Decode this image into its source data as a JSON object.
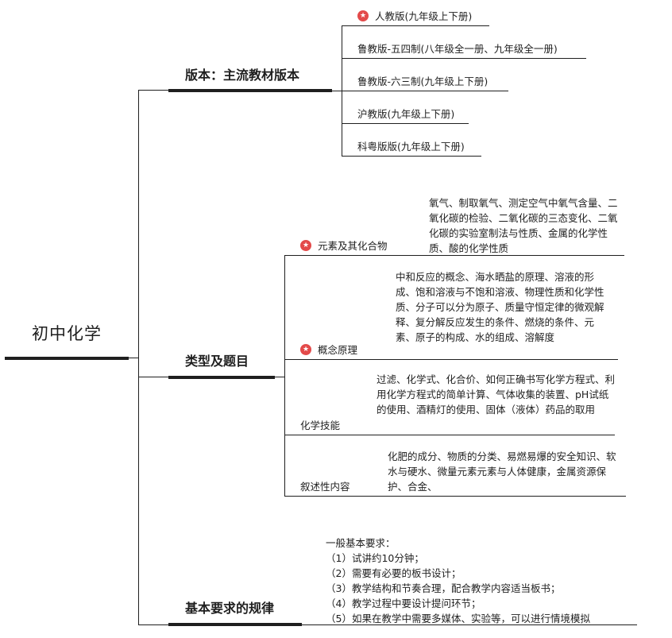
{
  "root": {
    "title": "初中化学"
  },
  "branches": {
    "versions": {
      "title": "版本：主流教材版本",
      "items": [
        {
          "label": "人教版(九年级上下册)",
          "starred": true
        },
        {
          "label": "鲁教版-五四制(八年级全一册、九年级全一册)",
          "starred": false
        },
        {
          "label": "鲁教版-六三制(九年级上下册)",
          "starred": false
        },
        {
          "label": "沪教版(九年级上下册)",
          "starred": false
        },
        {
          "label": "科粤版版(九年级上下册)",
          "starred": false
        }
      ]
    },
    "types": {
      "title": "类型及题目",
      "items": [
        {
          "label": "元素及其化合物",
          "starred": true,
          "content": "氧气、制取氧气、测定空气中氧气含量、二氧化碳的检验、二氧化碳的三态变化、二氧化碳的实验室制法与性质、金属的化学性质、酸的化学性质"
        },
        {
          "label": "概念原理",
          "starred": true,
          "content": "中和反应的概念、海水晒盐的原理、溶液的形成、饱和溶液与不饱和溶液、物理性质和化学性质、分子可以分为原子、质量守恒定律的微观解释、复分解反应发生的条件、燃烧的条件、元素、原子的构成、水的组成、溶解度"
        },
        {
          "label": "化学技能",
          "starred": false,
          "content": "过滤、化学式、化合价、如何正确书写化学方程式、利用化学方程式的简单计算、气体收集的装置、pH试纸的使用、酒精灯的使用、固体（液体）药品的取用"
        },
        {
          "label": "叙述性内容",
          "starred": false,
          "content": "化肥的成分、物质的分类、易燃易爆的安全知识、软水与硬水、微量元素元素与人体健康，金属资源保护、合金、"
        }
      ]
    },
    "requirements": {
      "title": "基本要求的规律",
      "heading": "一般基本要求：",
      "items": [
        "（1）试讲约10分钟；",
        "（2）需要有必要的板书设计；",
        "（3）教学结构和节奏合理，配合教学内容适当板书；",
        "（4）教学过程中要设计提问环节；",
        "（5）如果在教学中需要多媒体、实验等，可以进行情境模拟"
      ]
    }
  },
  "icons": {
    "star": "star-icon"
  },
  "colors": {
    "line": "#1f1f1f",
    "star_badge": "#e34a4a"
  }
}
